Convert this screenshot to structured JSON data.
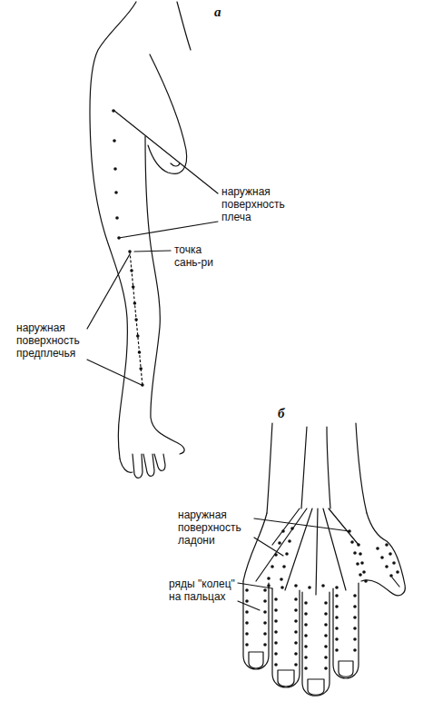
{
  "diagram": {
    "labels": [
      "а",
      "наружная поверхность плеча",
      "точка сань-ри",
      "наружная поверхность предплечья",
      "б",
      "наружная поверхность ладони",
      "ряды \"колец\" на пальцах"
    ]
  }
}
